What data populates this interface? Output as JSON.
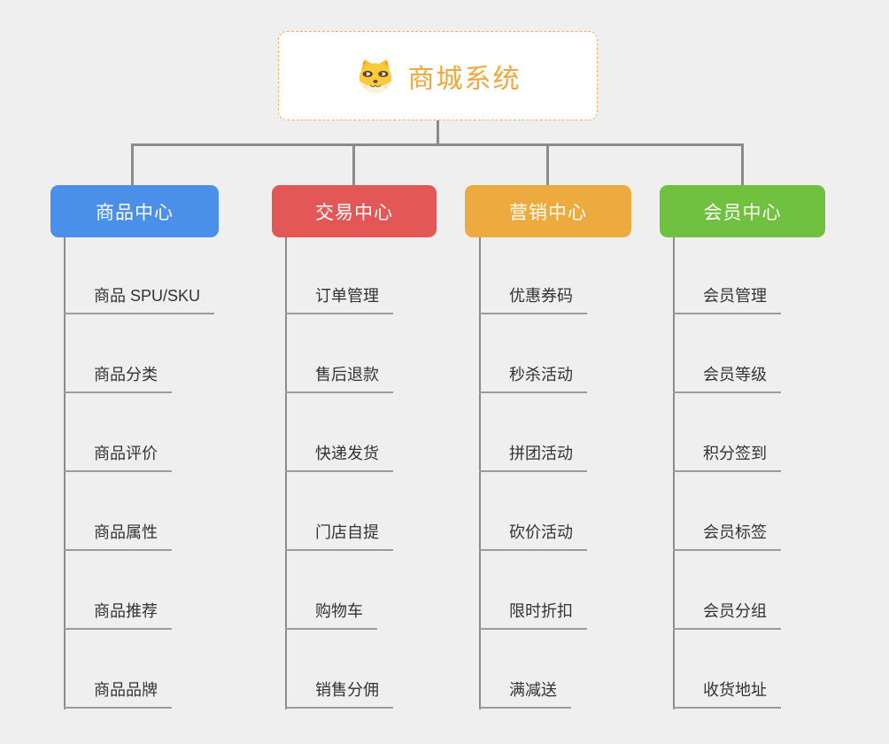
{
  "root": {
    "title": "商城系统",
    "icon": "dog-face-icon",
    "title_color": "#f0a83c",
    "border_color": "#f2b35c"
  },
  "colors": {
    "background": "#efefef",
    "connector": "#8b8b8b",
    "underline": "#9c9c9c",
    "leaf_text": "#333333"
  },
  "branches": [
    {
      "label": "商品中心",
      "color": "#4a8fe8",
      "children": [
        "商品 SPU/SKU",
        "商品分类",
        "商品评价",
        "商品属性",
        "商品推荐",
        "商品品牌"
      ]
    },
    {
      "label": "交易中心",
      "color": "#e45757",
      "children": [
        "订单管理",
        "售后退款",
        "快递发货",
        "门店自提",
        "购物车",
        "销售分佣"
      ]
    },
    {
      "label": "营销中心",
      "color": "#edab3f",
      "children": [
        "优惠券码",
        "秒杀活动",
        "拼团活动",
        "砍价活动",
        "限时折扣",
        "满减送"
      ]
    },
    {
      "label": "会员中心",
      "color": "#6fc13f",
      "children": [
        "会员管理",
        "会员等级",
        "积分签到",
        "会员标签",
        "会员分组",
        "收货地址"
      ]
    }
  ]
}
